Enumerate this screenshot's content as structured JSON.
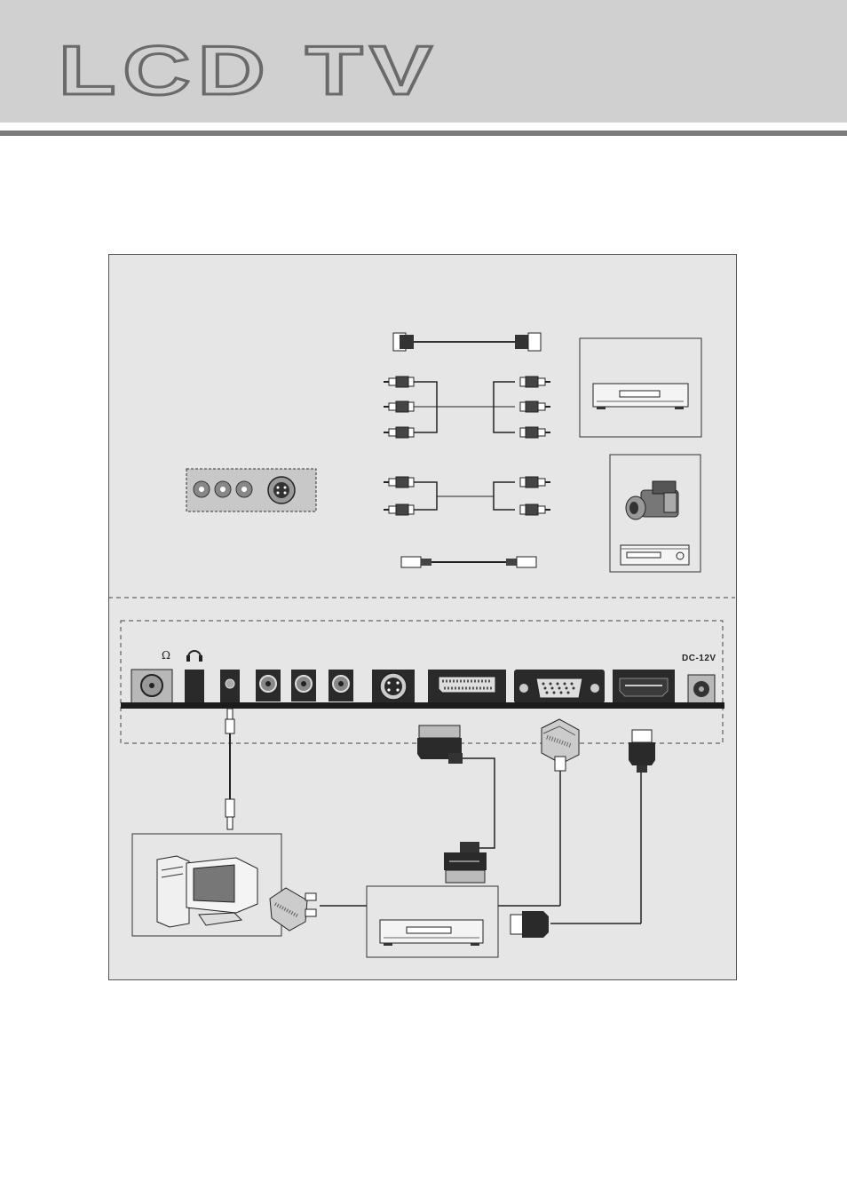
{
  "header": {
    "title": "LCD TV"
  },
  "panel": {
    "dc_label": "DC-12V",
    "ohm_symbol": "Ω"
  },
  "colors": {
    "header_band": "#d0d0d0",
    "header_rule": "#7a7a7a",
    "diagram_bg": "#e6e6e6",
    "cable": "#333333"
  },
  "icons": [
    "hdmi-cable-icon",
    "component-cable-icon",
    "av-cable-icon",
    "svideo-cable-icon",
    "dvd-player-icon",
    "camcorder-icon",
    "vcr-icon",
    "side-av-panel-icon",
    "antenna-jack-icon",
    "headphone-icon",
    "scart-connector-icon",
    "vga-connector-icon",
    "hdmi-connector-icon",
    "computer-icon",
    "dc-power-jack-icon"
  ]
}
